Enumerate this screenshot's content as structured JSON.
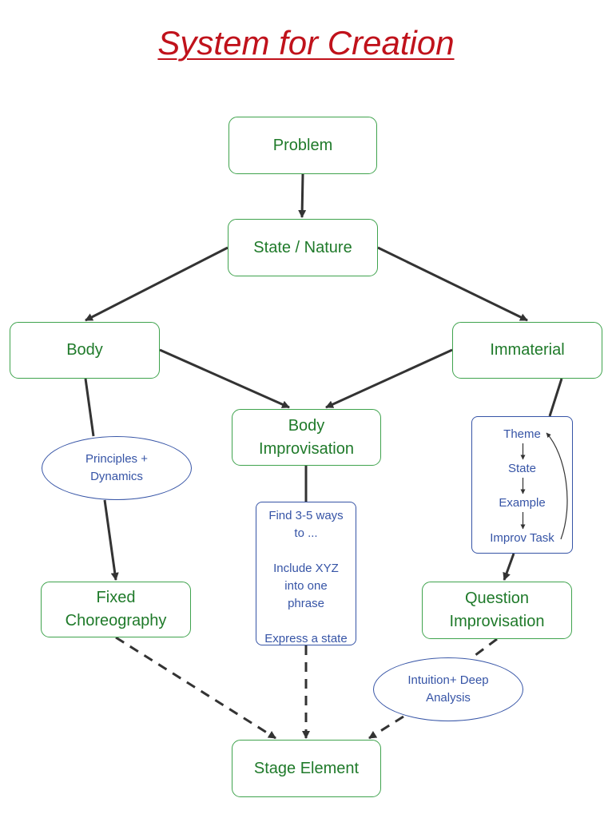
{
  "title": "System for Creation",
  "nodes": {
    "problem": "Problem",
    "state_nature": "State / Nature",
    "body": "Body",
    "immaterial": "Immaterial",
    "body_improvisation": [
      "Body",
      "Improvisation"
    ],
    "fixed_choreography": [
      "Fixed",
      "Choreography"
    ],
    "question_improvisation": [
      "Question",
      "Improvisation"
    ],
    "stage_element": "Stage Element"
  },
  "ellipses": {
    "principles_dynamics": [
      "Principles +",
      "Dynamics"
    ],
    "intuition_deep_analysis": [
      "Intuition+ Deep",
      "Analysis"
    ]
  },
  "notes": {
    "body_improv_tasks": [
      "Find 3-5 ways",
      "to ...",
      "",
      "Include XYZ",
      "into one",
      "phrase",
      "",
      "Express a state"
    ],
    "immaterial_cycle": [
      "Theme",
      "State",
      "Example",
      "Improv Task"
    ]
  },
  "colors": {
    "title": "#c0121b",
    "node_border": "#3fa34d",
    "node_text": "#1f7a2a",
    "note_border": "#3654a6",
    "arrow": "#333333"
  }
}
